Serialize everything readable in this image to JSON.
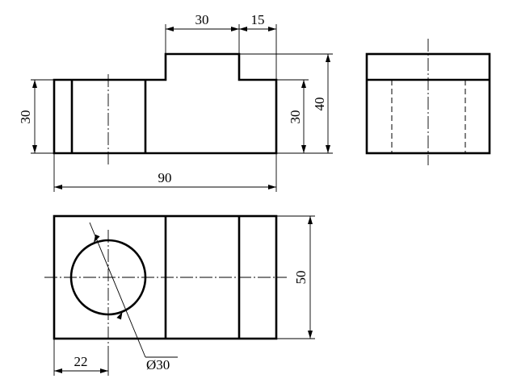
{
  "drawing": {
    "dimensions": {
      "top_width_30": "30",
      "top_width_15": "15",
      "left_height_30": "30",
      "right_height_30": "30",
      "height_40": "40",
      "length_90": "90",
      "depth_50": "50",
      "hole_offset_22": "22",
      "hole_diameter": "Ø30"
    }
  }
}
